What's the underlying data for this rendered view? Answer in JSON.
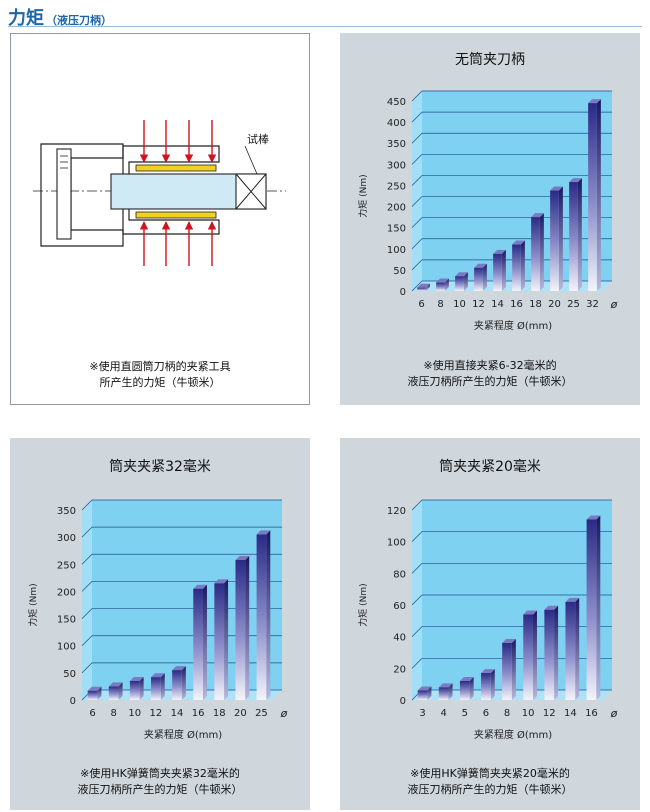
{
  "header": {
    "title": "力矩",
    "subtitle": "（液压刀柄）"
  },
  "diagram": {
    "test_bar_label": "试棒",
    "note_line1": "※使用直圆筒刀柄的夹紧工具",
    "note_line2": "所产生的力矩（牛顿米）"
  },
  "chart_data": [
    {
      "type": "bar",
      "title": "无筒夹刀柄",
      "ylabel": "力矩 (Nm)",
      "xlabel": "夹紧程度 Ø(mm)",
      "categories": [
        "6",
        "8",
        "10",
        "12",
        "14",
        "16",
        "18",
        "20",
        "25",
        "32"
      ],
      "values": [
        8,
        20,
        35,
        55,
        88,
        110,
        175,
        238,
        258,
        445
      ],
      "ylim": [
        0,
        450
      ],
      "yticks": [
        0,
        50,
        100,
        150,
        200,
        250,
        300,
        350,
        400,
        450
      ],
      "x_unit_symbol": "ø",
      "note_line1": "※使用直接夹紧6-32毫米的",
      "note_line2": "液压刀柄所产生的力矩（牛顿米）"
    },
    {
      "type": "bar",
      "title": "筒夹夹紧32毫米",
      "ylabel": "力矩 (Nm)",
      "xlabel": "夹紧程度 Ø(mm)",
      "categories": [
        "6",
        "8",
        "10",
        "12",
        "14",
        "16",
        "18",
        "20",
        "25"
      ],
      "values": [
        17,
        25,
        35,
        42,
        55,
        205,
        215,
        258,
        305
      ],
      "ylim": [
        0,
        350
      ],
      "yticks": [
        0,
        50,
        100,
        150,
        200,
        250,
        300,
        350
      ],
      "x_unit_symbol": "ø",
      "note_line1": "※使用HK弹簧筒夹夹紧32毫米的",
      "note_line2": "液压刀柄所产生的力矩（牛顿米）"
    },
    {
      "type": "bar",
      "title": "筒夹夹紧20毫米",
      "ylabel": "力矩 (Nm)",
      "xlabel": "夹紧程度 Ø(mm)",
      "categories": [
        "3",
        "4",
        "5",
        "6",
        "8",
        "10",
        "12",
        "14",
        "16"
      ],
      "values": [
        6,
        8,
        12,
        17,
        36,
        54,
        57,
        62,
        114
      ],
      "ylim": [
        0,
        120
      ],
      "yticks": [
        0,
        20,
        40,
        60,
        80,
        100,
        120
      ],
      "x_unit_symbol": "ø",
      "note_line1": "※使用HK弹簧筒夹夹紧20毫米的",
      "note_line2": "液压刀柄所产生的力矩（牛顿米）"
    }
  ]
}
